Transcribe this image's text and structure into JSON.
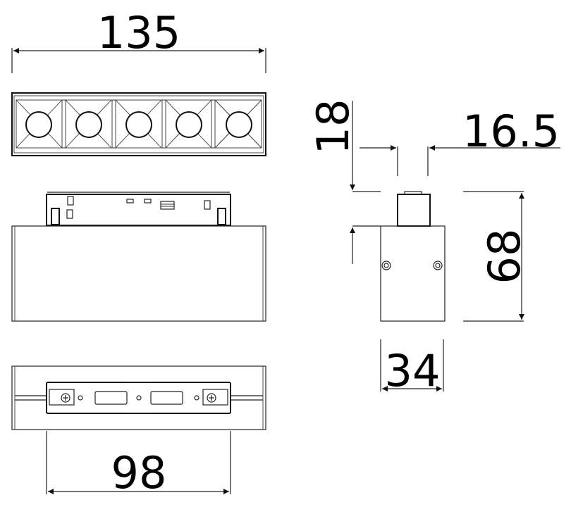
{
  "drawing": {
    "title": "Track light dimensional drawing",
    "units": "mm",
    "colors": {
      "line": "#222222",
      "background": "#ffffff"
    },
    "dimensions": {
      "overall_length": "135",
      "connector_length": "98",
      "connector_height": "18",
      "connector_width": "16.5",
      "body_height": "68",
      "body_width": "34"
    },
    "views": [
      {
        "name": "top-view",
        "led_count": 5
      },
      {
        "name": "front-view"
      },
      {
        "name": "bottom-view"
      },
      {
        "name": "side-view"
      }
    ]
  }
}
